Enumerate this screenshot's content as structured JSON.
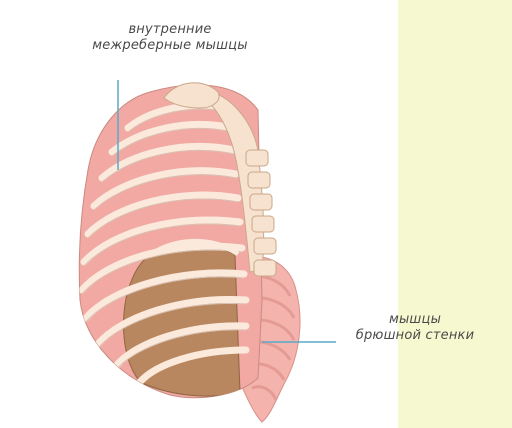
{
  "colors": {
    "background": "#ffffff",
    "side_panel": "#f6f9cf",
    "rib_fill": "#fbe9dc",
    "intercostal_muscle": "#f2a9a4",
    "lung_inner": "#b9875f",
    "abdominal_wall": "#f4b3ad",
    "leader_line": "#5aa9c6",
    "label_text": "#4a4a4a"
  },
  "labels": {
    "internal_intercostal": {
      "line1": "внутренние",
      "line2": "межреберные мышцы"
    },
    "abdominal_wall": {
      "line1": "мышцы",
      "line2": "брюшной стенки"
    }
  }
}
